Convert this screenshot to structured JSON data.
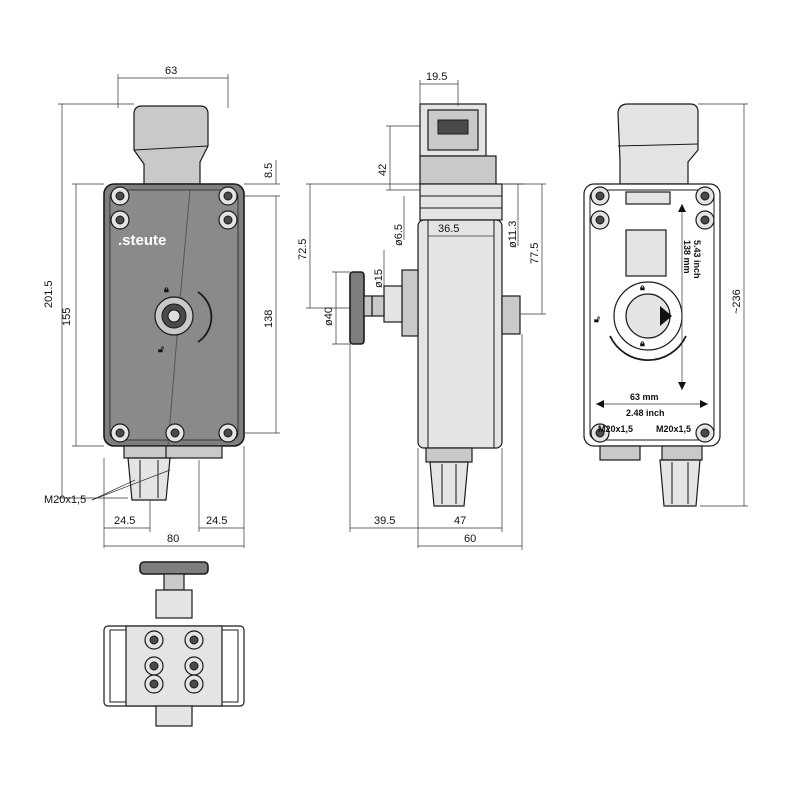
{
  "dimensions": {
    "front_width": "63",
    "side_top_width": "19.5",
    "front_height_total": "201.5",
    "front_body_height": "155",
    "front_top_offset": "8.5",
    "front_hole_spacing": "138",
    "gland_left": "24.5",
    "gland_right": "24.5",
    "front_overall_width": "80",
    "side_height_42": "42",
    "side_height_72_5": "72.5",
    "side_dia_6_5": "ø6.5",
    "side_width_36_5": "36.5",
    "side_dia_11_3": "ø11.3",
    "side_height_77_5": "77.5",
    "side_dia_15": "ø15",
    "side_dia_40": "ø40",
    "side_offset_39_5": "39.5",
    "side_depth_47": "47",
    "side_depth_60": "60",
    "rear_height_total": "~236",
    "thread_label": "M20x1,5"
  },
  "rear_labels": {
    "vertical_mm": "138 mm",
    "vertical_inch": "5.43 inch",
    "horizontal_mm": "63 mm",
    "horizontal_inch": "2.48 inch",
    "gland_left": "M20x1,5",
    "gland_right": "M20x1,5"
  },
  "brand": {
    "logo": ".steute"
  },
  "colors": {
    "body": "#7e7e7e",
    "face": "#c9c9c9",
    "line": "#1a1a1a"
  }
}
